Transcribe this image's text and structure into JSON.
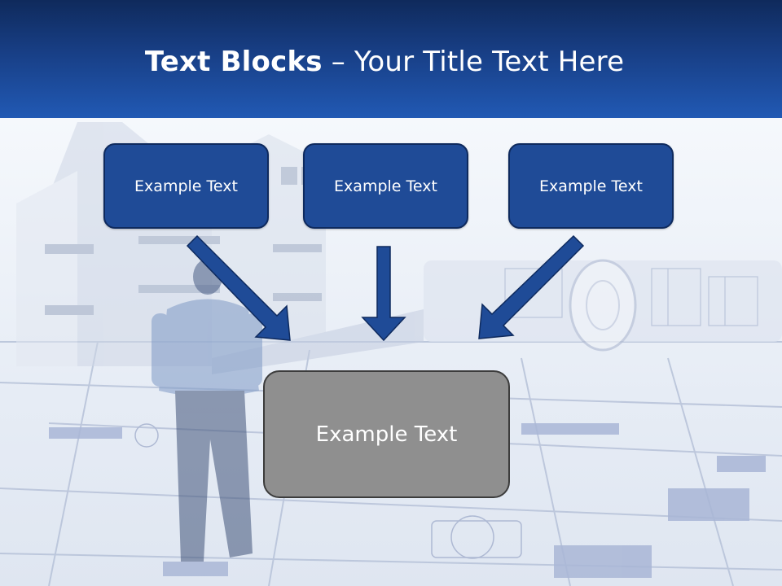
{
  "slide": {
    "title_bold": "Text Blocks",
    "title_rest": " – Your Title Text Here",
    "boxes": [
      {
        "label": "Example Text"
      },
      {
        "label": "Example Text"
      },
      {
        "label": "Example Text"
      }
    ],
    "main_box": {
      "label": "Example Text"
    }
  },
  "colors": {
    "header_dark": "#0f2a5c",
    "header_light": "#2159b4",
    "box_fill": "#1f4b97",
    "box_border": "#0e2a5e",
    "main_box_fill": "#8f8f8f",
    "arrow_fill": "#1f4b97"
  }
}
